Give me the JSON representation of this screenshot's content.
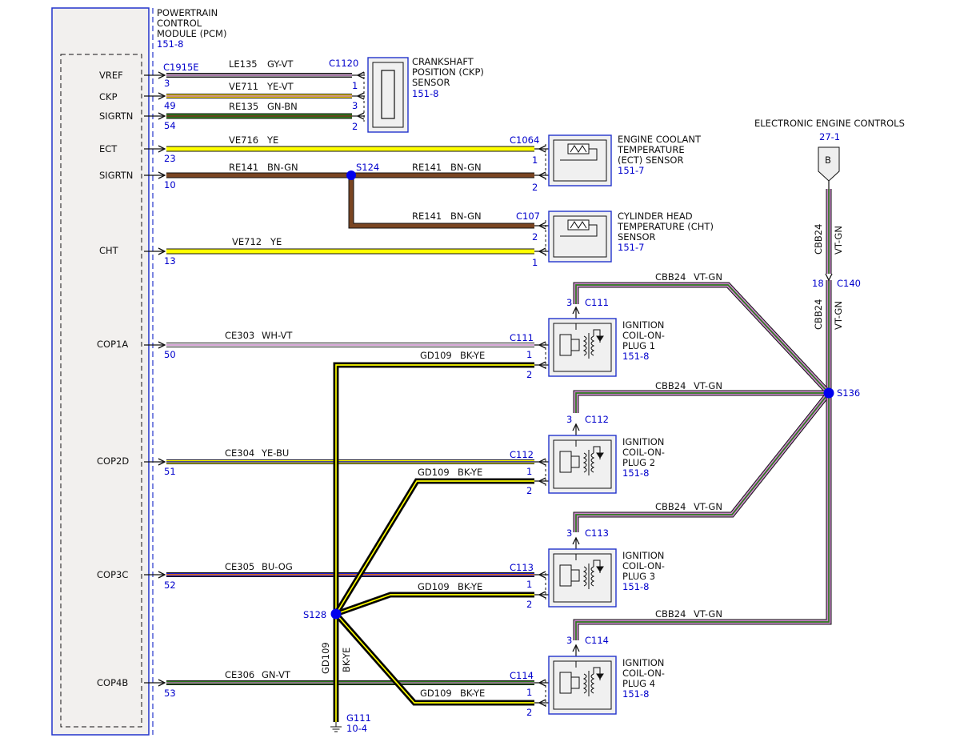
{
  "pcm": {
    "title": [
      "POWERTRAIN",
      "CONTROL",
      "MODULE (PCM)"
    ],
    "ref": "151-8",
    "pins": {
      "vref": "VREF",
      "ckp": "CKP",
      "sigrtn1": "SIGRTN",
      "ect": "ECT",
      "sigrtn2": "SIGRTN",
      "cht": "CHT",
      "cop1a": "COP1A",
      "cop2d": "COP2D",
      "cop3c": "COP3C",
      "cop4b": "COP4B"
    },
    "connector": "C1915E",
    "pin_numbers": {
      "vref": "3",
      "ckp": "49",
      "sigrtn1": "54",
      "ect": "23",
      "sigrtn2": "10",
      "cht": "13",
      "cop1a": "50",
      "cop2d": "51",
      "cop3c": "52",
      "cop4b": "53"
    }
  },
  "wires": {
    "vref": {
      "circuit": "LE135",
      "color": "GY-VT"
    },
    "ckp": {
      "circuit": "VE711",
      "color": "YE-VT"
    },
    "sigrtn1": {
      "circuit": "RE135",
      "color": "GN-BN"
    },
    "ect": {
      "circuit": "VE716",
      "color": "YE"
    },
    "sigrtn2_a": {
      "circuit": "RE141",
      "color": "BN-GN"
    },
    "sigrtn2_b": {
      "circuit": "RE141",
      "color": "BN-GN"
    },
    "sigrtn2_c": {
      "circuit": "RE141",
      "color": "BN-GN"
    },
    "cht": {
      "circuit": "VE712",
      "color": "YE"
    },
    "cop1a": {
      "circuit": "CE303",
      "color": "WH-VT"
    },
    "cop2d": {
      "circuit": "CE304",
      "color": "YE-BU"
    },
    "cop3c": {
      "circuit": "CE305",
      "color": "BU-OG"
    },
    "cop4b": {
      "circuit": "CE306",
      "color": "GN-VT"
    },
    "gd1": {
      "circuit": "GD109",
      "color": "BK-YE"
    },
    "gd2": {
      "circuit": "GD109",
      "color": "BK-YE"
    },
    "gd3": {
      "circuit": "GD109",
      "color": "BK-YE"
    },
    "gd4": {
      "circuit": "GD109",
      "color": "BK-YE"
    },
    "gd_ground": {
      "circuit": "GD109",
      "color": "BK-YE"
    },
    "cbb_top": {
      "circuit": "CBB24",
      "color": "VT-GN"
    },
    "cbb_mid": {
      "circuit": "CBB24",
      "color": "VT-GN"
    },
    "cbb1": {
      "circuit": "CBB24",
      "color": "VT-GN"
    },
    "cbb2": {
      "circuit": "CBB24",
      "color": "VT-GN"
    },
    "cbb3": {
      "circuit": "CBB24",
      "color": "VT-GN"
    },
    "cbb4": {
      "circuit": "CBB24",
      "color": "VT-GN"
    }
  },
  "ckp_sensor": {
    "connector": "C1120",
    "title": [
      "CRANKSHAFT",
      "POSITION (CKP)",
      "SENSOR"
    ],
    "ref": "151-8",
    "pins": [
      "1",
      "1",
      "3",
      "2"
    ]
  },
  "ect_sensor": {
    "connector": "C1064",
    "title": [
      "ENGINE COOLANT",
      "TEMPERATURE",
      "(ECT) SENSOR"
    ],
    "ref": "151-7",
    "pins": [
      "1",
      "2"
    ]
  },
  "cht_sensor": {
    "connector": "C107",
    "title": [
      "CYLINDER HEAD",
      "TEMPERATURE (CHT)",
      "SENSOR"
    ],
    "ref": "151-7",
    "pins": [
      "2",
      "1"
    ]
  },
  "splices": {
    "s124": "S124",
    "s128": "S128",
    "s136": "S136"
  },
  "ground": {
    "name": "G111",
    "ref": "10-4"
  },
  "eec": {
    "title": "ELECTRONIC ENGINE CONTROLS",
    "ref": "27-1",
    "letter": "B",
    "pin": "18",
    "connector": "C140"
  },
  "coils": [
    {
      "title": [
        "IGNITION",
        "COIL-ON-",
        "PLUG 1"
      ],
      "ref": "151-8",
      "connector": "C111",
      "top_connector": "C111",
      "pins": [
        "3",
        "1",
        "2"
      ]
    },
    {
      "title": [
        "IGNITION",
        "COIL-ON-",
        "PLUG 2"
      ],
      "ref": "151-8",
      "connector": "C112",
      "top_connector": "C112",
      "pins": [
        "3",
        "1",
        "2"
      ]
    },
    {
      "title": [
        "IGNITION",
        "COIL-ON-",
        "PLUG 3"
      ],
      "ref": "151-8",
      "connector": "C113",
      "top_connector": "C113",
      "pins": [
        "3",
        "1",
        "2"
      ]
    },
    {
      "title": [
        "IGNITION",
        "COIL-ON-",
        "PLUG 4"
      ],
      "ref": "151-8",
      "connector": "C114",
      "top_connector": "C114",
      "pins": [
        "3",
        "1",
        "2"
      ]
    }
  ],
  "colors": {
    "GY-VT": [
      "#8c8c8c",
      "#b070b0"
    ],
    "YE-VT": [
      "#ffe000",
      "#b070b0"
    ],
    "GN-BN": [
      "#2e7d1e",
      "#6b3a1e"
    ],
    "YE": [
      "#ffff00",
      "#ffff00"
    ],
    "BN-GN": [
      "#7a4522",
      "#7a4522"
    ],
    "WH-VT": [
      "#ffffff",
      "#c080c0"
    ],
    "YE-BU": [
      "#ffff00",
      "#1010c0"
    ],
    "BU-OG": [
      "#1a1acc",
      "#ff8000"
    ],
    "GN-VT": [
      "#2a7a1a",
      "#b070b0"
    ],
    "BK-YE": [
      "#000000",
      "#ffff00"
    ],
    "VT-GN": [
      "#cc88cc",
      "#2a7a1a"
    ],
    "module_border": "#2233cc",
    "splice_dot": "#0000ee"
  }
}
